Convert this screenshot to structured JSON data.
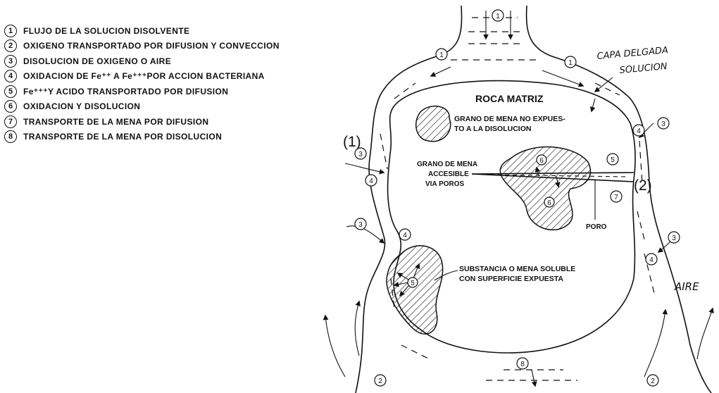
{
  "legend": {
    "items": [
      {
        "num": "1",
        "text": "FLUJO DE LA SOLUCION DISOLVENTE"
      },
      {
        "num": "2",
        "text": "OXIGENO TRANSPORTADO POR DIFUSION Y CONVECCION"
      },
      {
        "num": "3",
        "text": "DISOLUCION DE OXIGENO O AIRE"
      },
      {
        "num": "4",
        "text": "OXIDACION DE Fe⁺⁺ A Fe⁺⁺⁺POR ACCION BACTERIANA"
      },
      {
        "num": "5",
        "text": "Fe⁺⁺⁺Y ACIDO TRANSPORTADO POR DIFUSION"
      },
      {
        "num": "6",
        "text": "OXIDACION Y DISOLUCION"
      },
      {
        "num": "7",
        "text": "TRANSPORTE DE LA MENA POR DIFUSION"
      },
      {
        "num": "8",
        "text": "TRANSPORTE DE LA MENA POR DISOLUCION"
      }
    ]
  },
  "diagram": {
    "capa_line1": "CAPA DELGADA",
    "capa_line2": "SOLUCION",
    "roca_matriz": "ROCA MATRIZ",
    "grano_no_expuesto_1": "GRANO DE MENA NO EXPUES-",
    "grano_no_expuesto_2": "TO A LA DISOLUCION",
    "grano_accesible_1": "GRANO DE MENA",
    "grano_accesible_2": "ACCESIBLE",
    "grano_accesible_3": "VIA POROS",
    "poro": "PORO",
    "substancia_1": "SUBSTANCIA O MENA SOLUBLE",
    "substancia_2": "CON SUPERFICIE EXPUESTA",
    "aire": "AIRE",
    "paren_1": "(1)",
    "paren_2": "(2)",
    "circle_labels": {
      "c1": "1",
      "c2": "2",
      "c3": "3",
      "c4": "4",
      "c5": "5",
      "c6": "6",
      "c7": "7",
      "c8": "8"
    }
  }
}
